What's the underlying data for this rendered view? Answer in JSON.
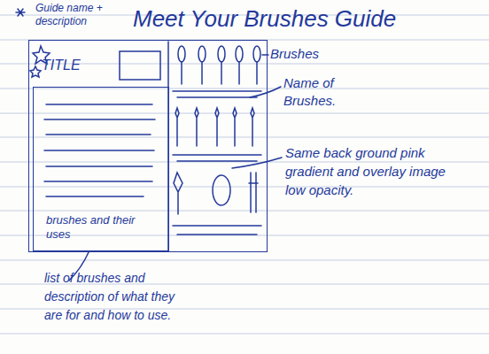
{
  "diagram": {
    "title": "Meet Your Brushes Guide",
    "nodes": [
      {
        "text": [
          "TITLE"
        ]
      },
      {
        "text": [
          "brushes and their uses"
        ],
        "in": 0
      }
    ],
    "labels": [
      "Guide name + description",
      "Brushes",
      "Name of Brushes.",
      "Same back ground pink gradient and overlay image low opacity.",
      "list of brushes and description of what they are for and how to use."
    ]
  }
}
